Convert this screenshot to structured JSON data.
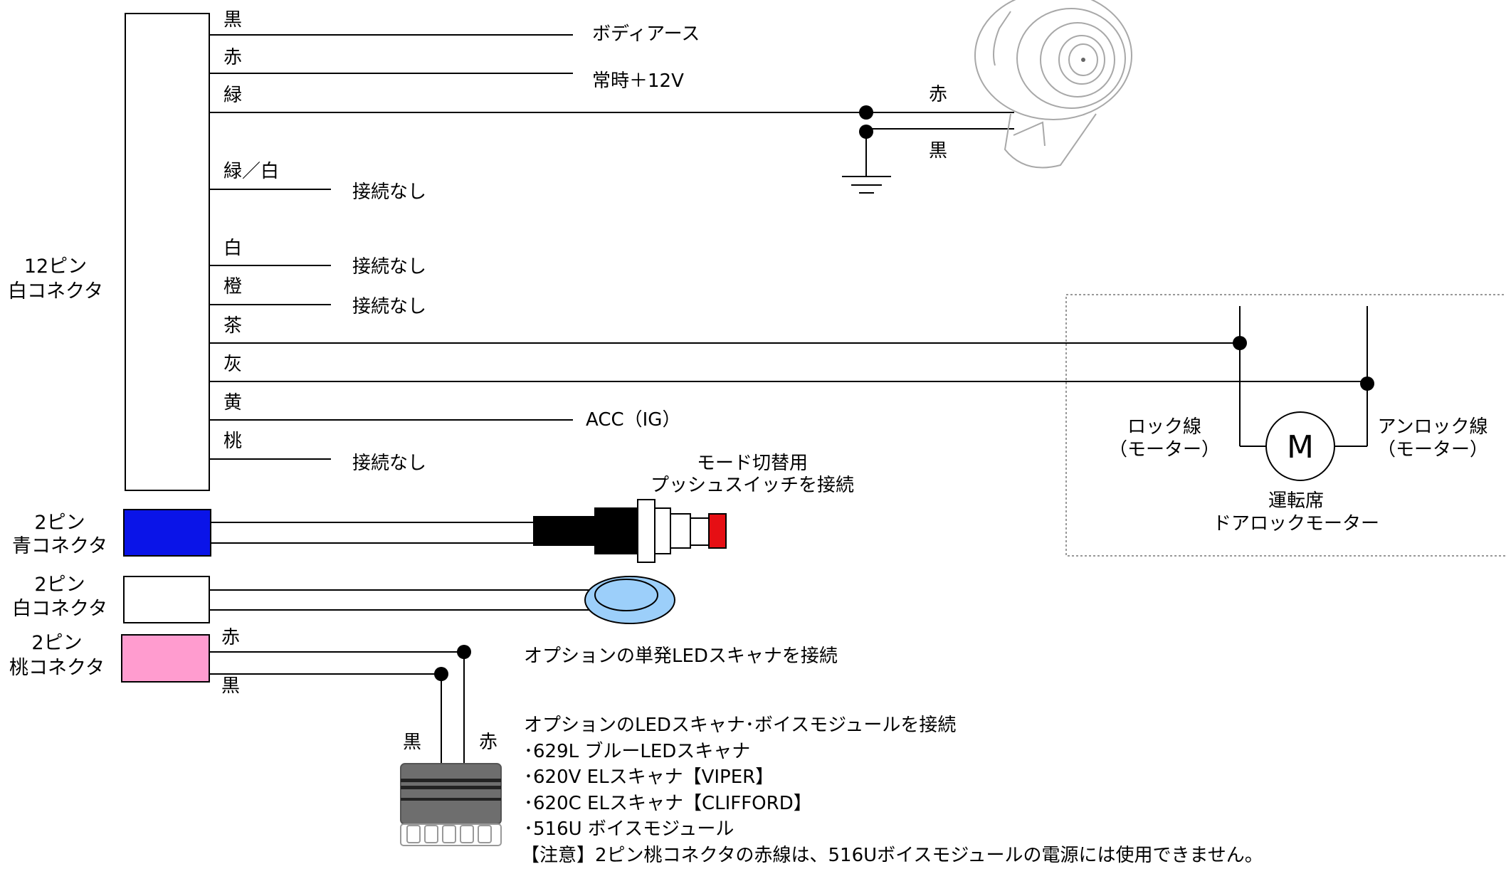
{
  "colors": {
    "line": "#000000",
    "connector_blue": "#0a14e8",
    "connector_white": "#ffffff",
    "connector_pink": "#ff9ccf",
    "button_red": "#e60f14",
    "led_blue": "#9ccffa",
    "siren_gray": "#a8a8a8",
    "module_gray": "#6e6e6e"
  },
  "main_connector": {
    "label_line1": "12ピン",
    "label_line2": "白コネクタ",
    "wires": [
      {
        "color": "黒",
        "dest": "ボディアース"
      },
      {
        "color": "赤",
        "dest": "常時＋12V"
      },
      {
        "color": "緑",
        "dest": ""
      },
      {
        "color": "緑／白",
        "dest": "接続なし"
      },
      {
        "color": "白",
        "dest": "接続なし"
      },
      {
        "color": "橙",
        "dest": "接続なし"
      },
      {
        "color": "茶",
        "dest": ""
      },
      {
        "color": "灰",
        "dest": ""
      },
      {
        "color": "黄",
        "dest": "ACC（IG）"
      },
      {
        "color": "桃",
        "dest": "接続なし"
      }
    ]
  },
  "siren": {
    "wire_red": "赤",
    "wire_black": "黒"
  },
  "door_motor": {
    "lock_line1": "ロック線",
    "lock_line2": "（モーター）",
    "unlock_line1": "アンロック線",
    "unlock_line2": "（モーター）",
    "motor_symbol": "M",
    "name_line1": "運転席",
    "name_line2": "ドアロックモーター"
  },
  "blue_connector": {
    "label_line1": "2ピン",
    "label_line2": "青コネクタ",
    "note_line1": "モード切替用",
    "note_line2": "プッシュスイッチを接続"
  },
  "white_connector": {
    "label_line1": "2ピン",
    "label_line2": "白コネクタ",
    "note": "オプションの単発LEDスキャナを接続"
  },
  "pink_connector": {
    "label_line1": "2ピン",
    "label_line2": "桃コネクタ",
    "wire_red": "赤",
    "wire_black": "黒",
    "module_black": "黒",
    "module_red": "赤"
  },
  "options": {
    "title": "オプションのLEDスキャナ･ボイスモジュールを接続",
    "items": [
      "･629L  ブルーLEDスキャナ",
      "･620V  ELスキャナ【VIPER】",
      "･620C  ELスキャナ【CLIFFORD】",
      "･516U  ボイスモジュール"
    ],
    "caution": "【注意】2ピン桃コネクタの赤線は、516Uボイスモジュールの電源には使用できません。"
  }
}
